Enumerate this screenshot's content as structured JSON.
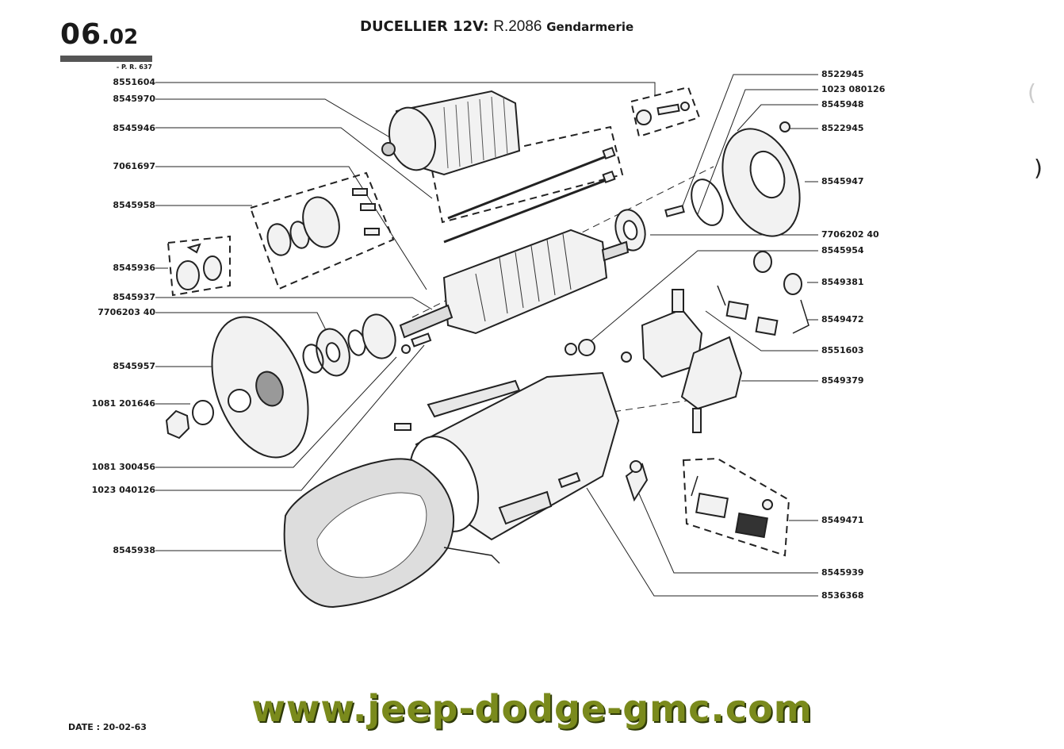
{
  "header": {
    "page_major": "06",
    "page_minor": ".02",
    "ref": "- P. R. 637",
    "title_brand": "DUCELLIER 12V:",
    "title_model": "R.2086",
    "title_variant": "Gendarmerie"
  },
  "left_labels": [
    "8551604",
    "8545970",
    "8545946",
    "7061697",
    "8545958",
    "8545936",
    "8545937",
    "7706203 40",
    "8545957",
    "1081 201646",
    "1081 300456",
    "1023 040126",
    "8545938"
  ],
  "right_labels": [
    "8522945",
    "1023 080126",
    "8545948",
    "8522945",
    "8545947",
    "7706202 40",
    "8545954",
    "8549381",
    "8549472",
    "8551603",
    "8549379",
    "8549471",
    "8545939",
    "8536368"
  ],
  "footer": {
    "date": "DATE : 20-02-63",
    "url": "www.jeep-dodge-gmc.com"
  }
}
